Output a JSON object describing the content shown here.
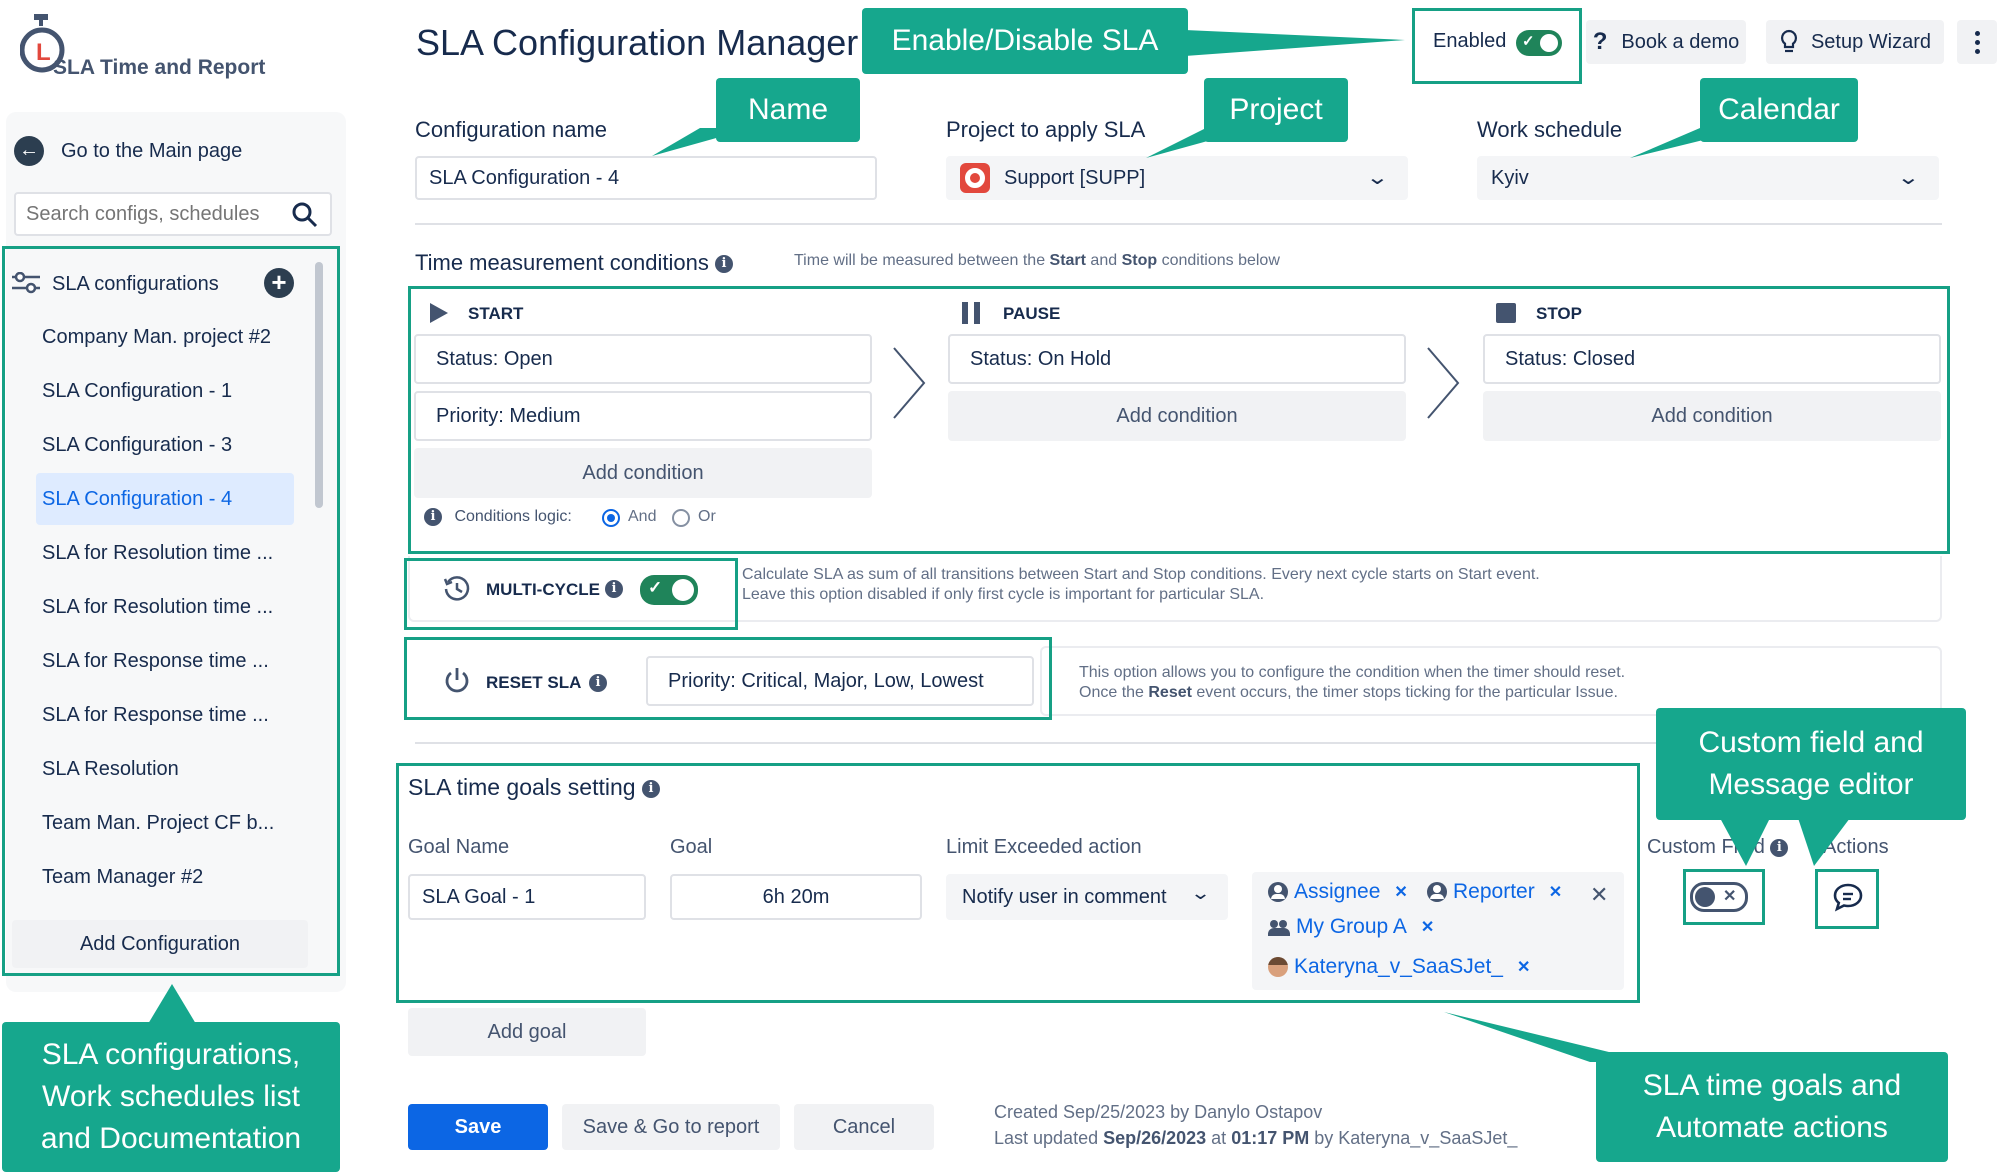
{
  "app": {
    "logo_text": "SLA Time and Report",
    "page_title": "SLA Configuration Manager"
  },
  "header": {
    "enabled_label": "Enabled",
    "enabled": true,
    "book_demo": "Book a demo",
    "setup_wizard": "Setup Wizard"
  },
  "sidebar": {
    "back_label": "Go to the Main page",
    "search_placeholder": "Search configs, schedules",
    "section_title": "SLA configurations",
    "items": [
      {
        "label": "Company Man. project #2"
      },
      {
        "label": "SLA Configuration - 1"
      },
      {
        "label": "SLA Configuration - 3"
      },
      {
        "label": "SLA Configuration - 4",
        "active": true
      },
      {
        "label": "SLA for Resolution time ..."
      },
      {
        "label": "SLA for Resolution time ..."
      },
      {
        "label": "SLA for Response time ..."
      },
      {
        "label": "SLA for Response time ..."
      },
      {
        "label": "SLA Resolution"
      },
      {
        "label": "Team Man. Project CF b..."
      },
      {
        "label": "Team Manager #2"
      }
    ],
    "add_button": "Add Configuration"
  },
  "form": {
    "config_name_label": "Configuration name",
    "config_name_value": "SLA Configuration - 4",
    "project_label": "Project to apply SLA",
    "project_value": "Support [SUPP]",
    "schedule_label": "Work schedule",
    "schedule_value": "Kyiv"
  },
  "conditions": {
    "title": "Time measurement conditions",
    "hint_prefix": "Time will be measured between the ",
    "hint_start": "Start",
    "hint_and": " and ",
    "hint_stop": "Stop",
    "hint_suffix": " conditions below",
    "start": {
      "title": "START",
      "items": [
        "Status: Open",
        "Priority: Medium"
      ],
      "add": "Add condition"
    },
    "pause": {
      "title": "PAUSE",
      "items": [
        "Status: On Hold"
      ],
      "add": "Add condition"
    },
    "stop": {
      "title": "STOP",
      "items": [
        "Status: Closed"
      ],
      "add": "Add condition"
    },
    "logic_label": "Conditions logic:",
    "logic_and": "And",
    "logic_or": "Or",
    "logic_selected": "And"
  },
  "multicycle": {
    "title": "MULTI-CYCLE",
    "enabled": true,
    "desc1": "Calculate SLA as sum of all transitions between Start and Stop conditions. Every next cycle starts on Start event.",
    "desc2": "Leave this option disabled if only first cycle is important for particular SLA."
  },
  "reset": {
    "title": "RESET SLA",
    "value": "Priority: Critical, Major, Low, Lowest",
    "desc1": "This option allows you to configure the condition when the timer should reset.",
    "desc2_prefix": "Once the ",
    "desc2_bold": "Reset",
    "desc2_suffix": " event occurs, the timer stops ticking for the particular Issue."
  },
  "goals": {
    "title": "SLA time goals setting",
    "col_goal_name": "Goal Name",
    "col_goal": "Goal",
    "col_action": "Limit Exceeded action",
    "col_custom_field": "Custom Field",
    "col_actions": "Actions",
    "rows": [
      {
        "name": "SLA Goal - 1",
        "goal": "6h 20m",
        "action": "Notify user in comment",
        "recipients": [
          "Assignee",
          "Reporter",
          "My Group A",
          "Kateryna_v_SaaSJet_"
        ],
        "custom_field": false
      }
    ],
    "add_goal": "Add goal"
  },
  "footer": {
    "save": "Save",
    "save_report": "Save & Go to report",
    "cancel": "Cancel",
    "created": "Created Sep/25/2023 by Danylo Ostapov",
    "updated_prefix": "Last updated ",
    "updated_date": "Sep/26/2023",
    "updated_at": " at ",
    "updated_time": "01:17 PM",
    "updated_suffix": " by Kateryna_v_SaaSJet_"
  },
  "callouts": {
    "enable": "Enable/Disable SLA",
    "name": "Name",
    "project": "Project",
    "calendar": "Calendar",
    "custom_field": "Custom field and\nMessage editor",
    "sidebar": "SLA configurations,\nWork schedules list\nand Documentation",
    "goals": "SLA time goals and\nAutomate actions"
  },
  "colors": {
    "accent": "#0c66e4",
    "teal": "#16a78d",
    "toggle_on": "#1f845a",
    "save": "#0c66e4"
  }
}
